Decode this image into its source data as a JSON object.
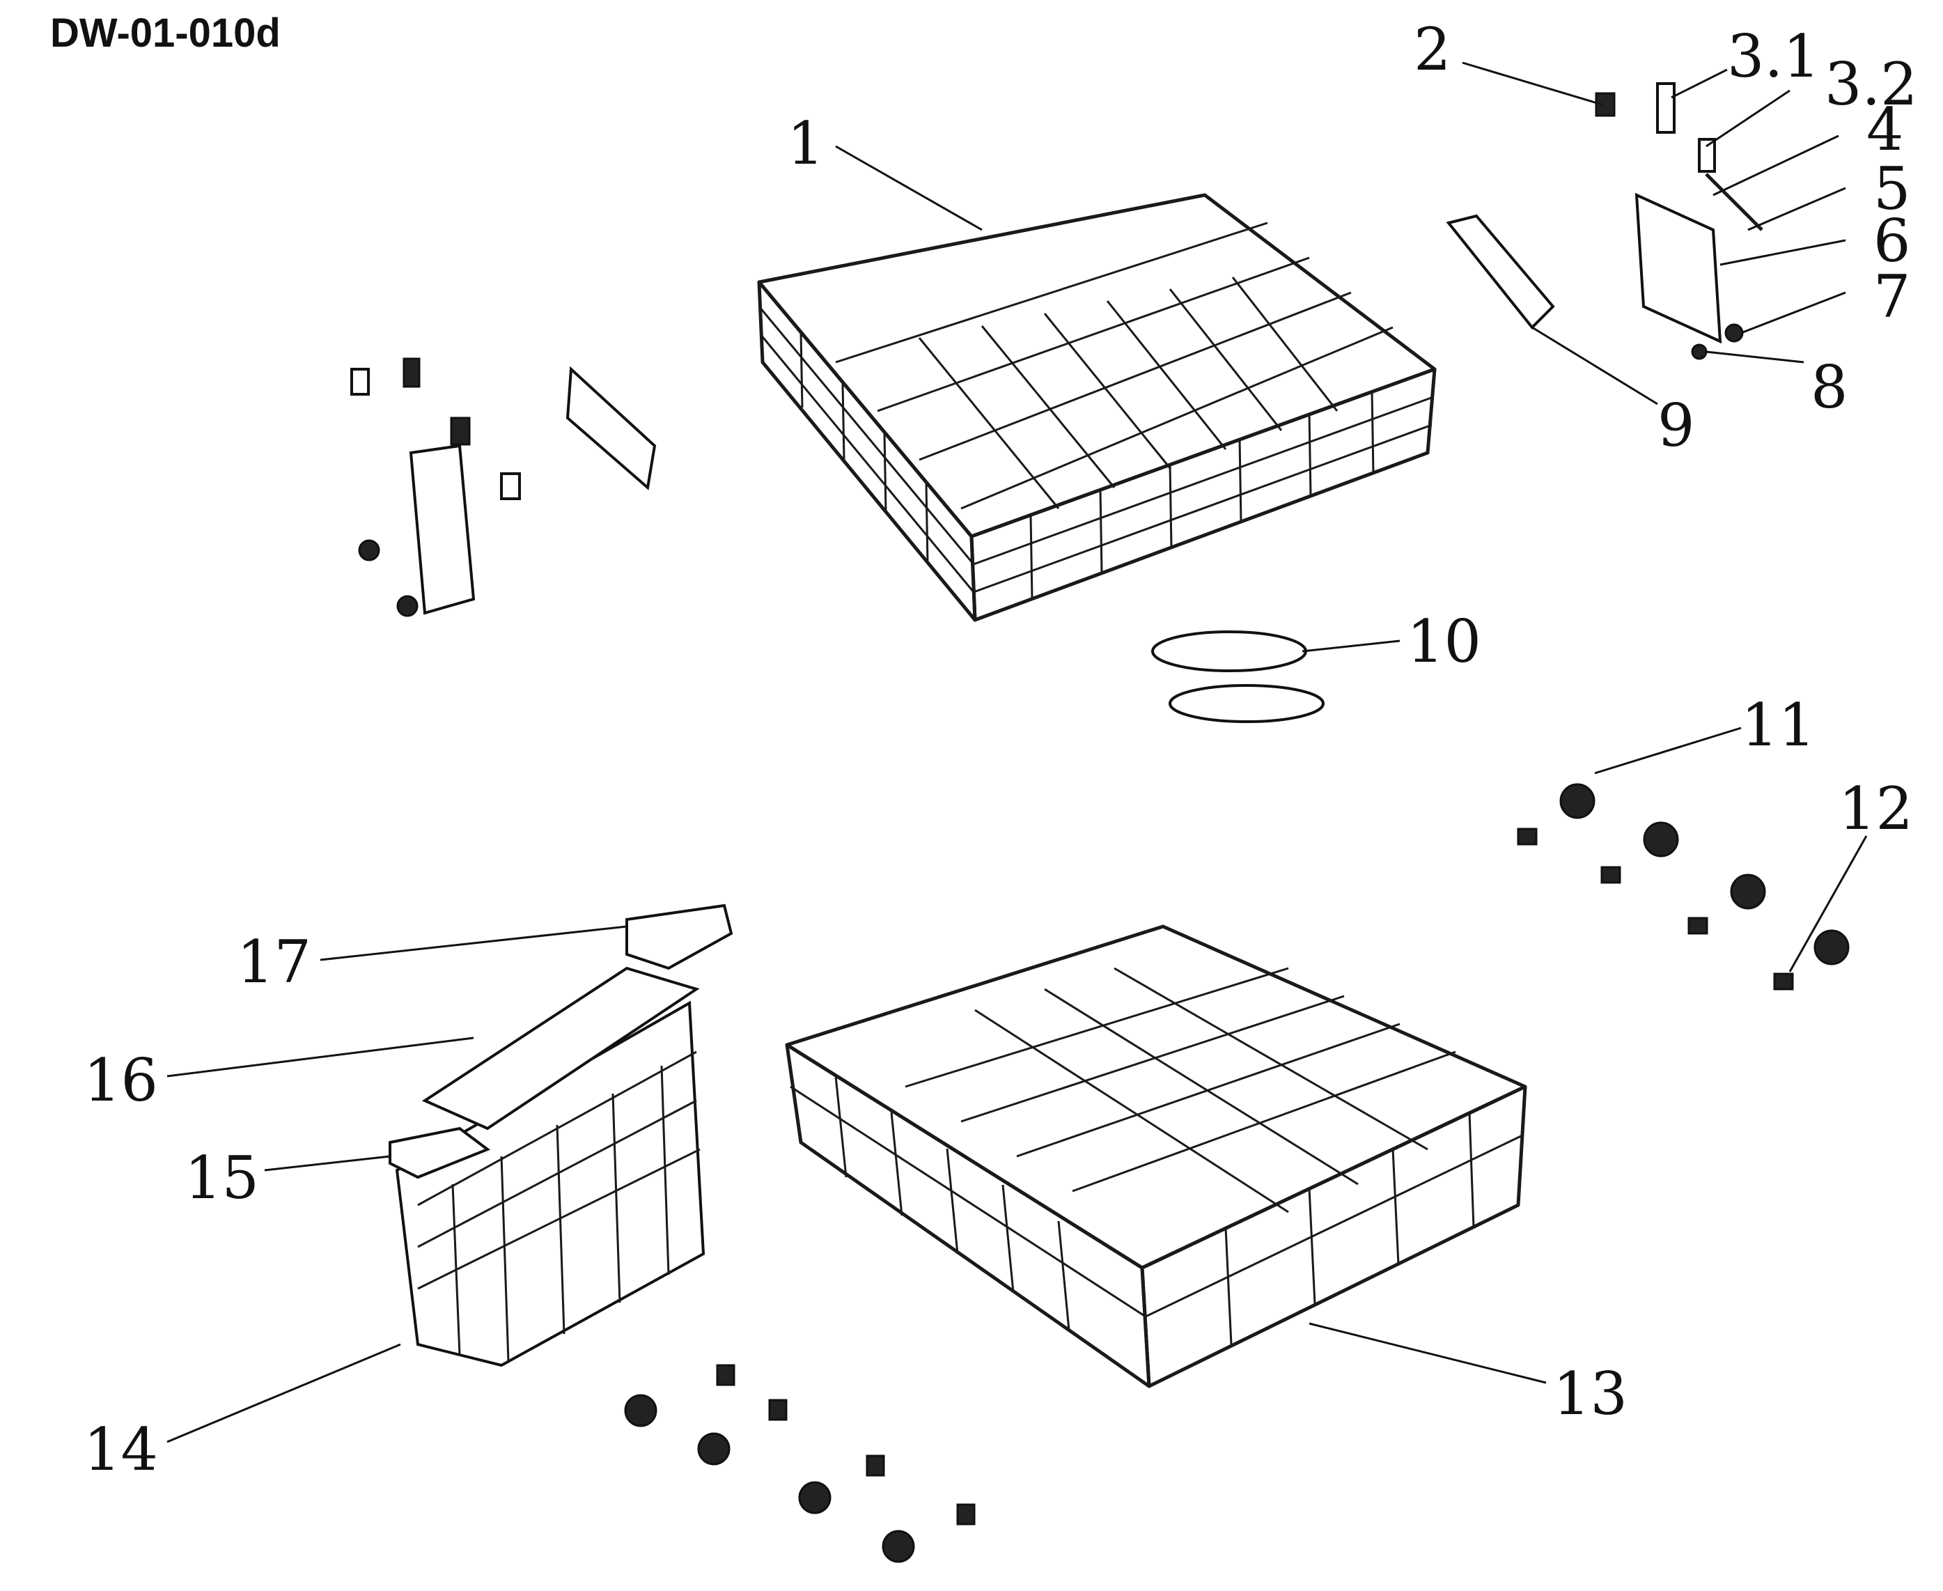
{
  "diagram": {
    "code": "DW-01-010d",
    "callouts": [
      {
        "id": "1",
        "label": "1"
      },
      {
        "id": "2",
        "label": "2"
      },
      {
        "id": "3-1",
        "label": "3.1"
      },
      {
        "id": "3-2",
        "label": "3.2"
      },
      {
        "id": "4",
        "label": "4"
      },
      {
        "id": "5",
        "label": "5"
      },
      {
        "id": "6",
        "label": "6"
      },
      {
        "id": "7",
        "label": "7"
      },
      {
        "id": "8",
        "label": "8"
      },
      {
        "id": "9",
        "label": "9"
      },
      {
        "id": "10",
        "label": "10"
      },
      {
        "id": "11",
        "label": "11"
      },
      {
        "id": "12",
        "label": "12"
      },
      {
        "id": "13",
        "label": "13"
      },
      {
        "id": "14",
        "label": "14"
      },
      {
        "id": "15",
        "label": "15"
      },
      {
        "id": "16",
        "label": "16"
      },
      {
        "id": "17",
        "label": "17"
      }
    ]
  }
}
